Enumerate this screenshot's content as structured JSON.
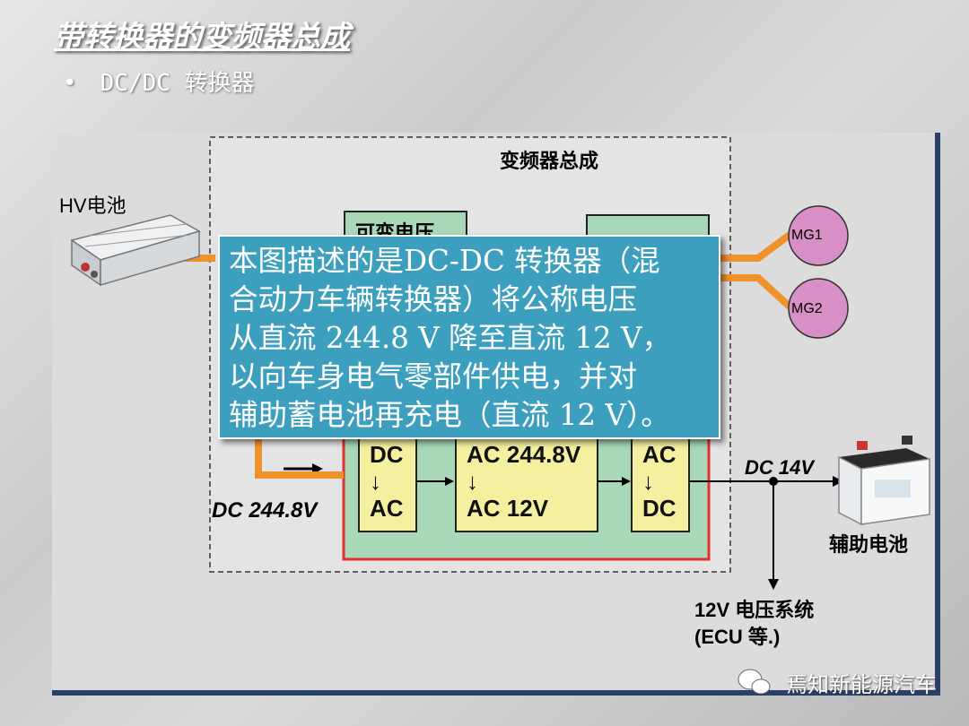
{
  "title": "带转换器的变频器总成",
  "bullet": {
    "symbol": "•",
    "text": "DC/DC 转换器"
  },
  "diagram": {
    "inverter_assembly_label": "变频器总成",
    "hv_battery_label": "HV电池",
    "variable_voltage_label": "可变电压",
    "mg1_label": "MG1",
    "mg2_label": "MG2",
    "dc_input_label": "DC 244.8V",
    "block1": {
      "top": "DC",
      "arrow": "↓",
      "bottom": "AC"
    },
    "block2": {
      "top": "AC 244.8V",
      "arrow": "↓",
      "bottom": "AC 12V"
    },
    "block3": {
      "top": "AC",
      "arrow": "↓",
      "bottom": "DC"
    },
    "dc_output_label": "DC 14V",
    "aux_battery_label": "辅助电池",
    "system_label_line1": "12V 电压系统",
    "system_label_line2": "(ECU 等.)"
  },
  "callout": {
    "lines": [
      "本图描述的是DC-DC 转换器（混",
      "合动力车辆转换器）将公称电压",
      "从直流 244.8 V 降至直流 12 V，",
      "以向车身电气零部件供电，并对",
      "辅助蓄电池再充电（直流 12 V）。"
    ]
  },
  "watermark": "焉知新能源汽车",
  "colors": {
    "orange_line": "#f0922b",
    "mg_circle": "#d78fc6",
    "callout_bg": "#3d9fbe",
    "red_border": "#e03030",
    "green_fill": "#a8d8b8",
    "yellow_fill": "#f5f0a0"
  }
}
